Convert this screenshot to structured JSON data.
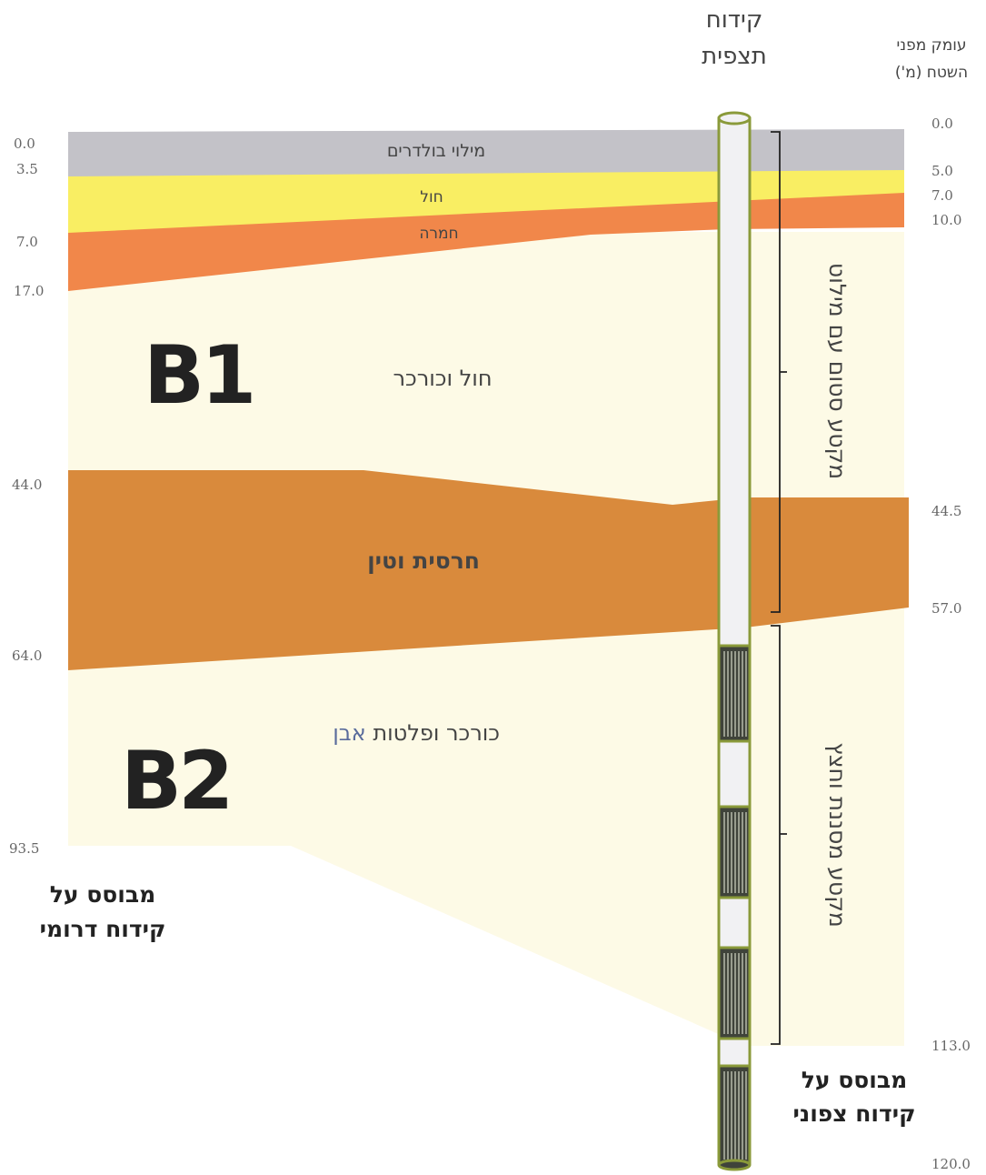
{
  "header": {
    "drill_title_line1": "קידוח",
    "drill_title_line2": "תצפית",
    "depth_header_line1": "עומק מפני",
    "depth_header_line2": "השטח (מ')"
  },
  "left_depths": [
    "0.0",
    "3.5",
    "7.0",
    "17.0",
    "44.0",
    "64.0",
    "93.5"
  ],
  "right_depths": [
    "0.0",
    "5.0",
    "7.0",
    "10.0",
    "44.5",
    "57.0",
    "113.0",
    "120.0"
  ],
  "layers": {
    "fill_boulders": "מילוי בולדרים",
    "sand": "חול",
    "hamra": "חמרה",
    "sand_kurkar": "חול וכורכר",
    "clay_silt": "חרסית וטין",
    "kurkar_stone_a": "כורכר ופלטות",
    "kurkar_stone_b": "אבן"
  },
  "units": {
    "b1": "B1",
    "b2": "B2"
  },
  "brackets": {
    "upper": "מקטע סטום עם מילוט",
    "lower": "מקטע מסננת וחצץ"
  },
  "notes": {
    "south_line1": "מבוסס על",
    "south_line2": "קידוח דרומי",
    "north_line1": "מבוסס על",
    "north_line2": "קידוח צפוני"
  },
  "colors": {
    "fill": "#c3c2c8",
    "sand": "#f9ee63",
    "hamra": "#f1874a",
    "base": "#fdfae6",
    "clay": "#d98a3c",
    "pipe_outline": "#8a9a3a",
    "screen": "#3f433a"
  }
}
